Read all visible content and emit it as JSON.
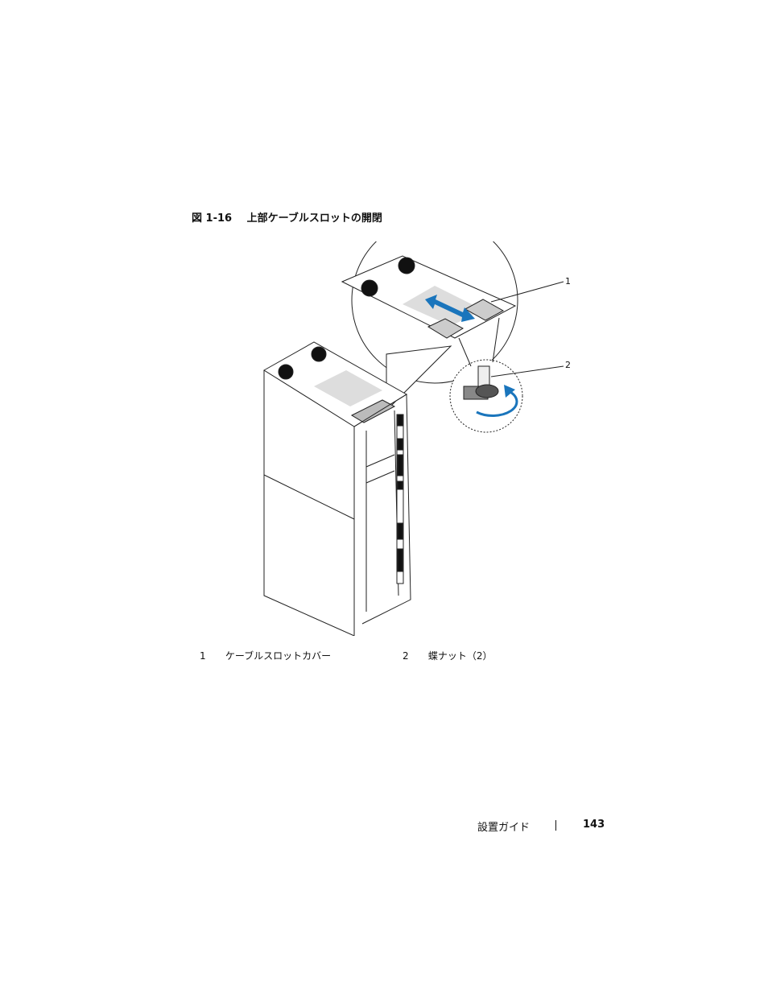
{
  "figure": {
    "number": "図 1-16",
    "title": "上部ケーブルスロットの開閉",
    "callouts": [
      {
        "id": "1",
        "label": "ケーブルスロットカバー"
      },
      {
        "id": "2",
        "label": "蝶ナット（2）"
      }
    ]
  },
  "footer": {
    "section": "設置ガイド",
    "page": "143"
  },
  "colors": {
    "accent_arrow": "#1a75bc",
    "ink": "#111111"
  }
}
